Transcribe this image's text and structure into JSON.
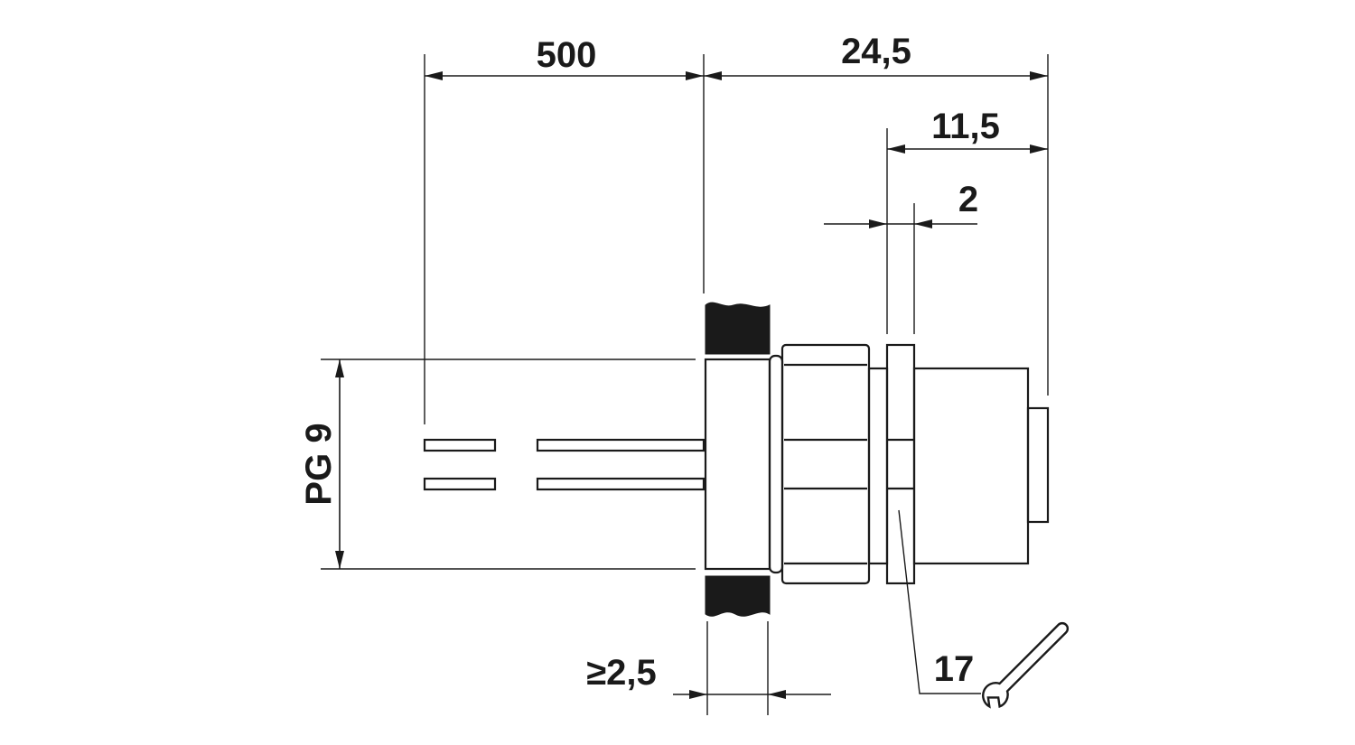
{
  "dimensions": {
    "cable_length": "500",
    "overall_length": "24,5",
    "connector_length": "11,5",
    "nut_width": "2",
    "thread": "PG 9",
    "panel_thickness": "≥2,5",
    "wrench_size": "17"
  },
  "colors": {
    "line": "#1a1a1a",
    "background": "#ffffff"
  },
  "icons": {
    "wrench": "wrench-icon"
  }
}
